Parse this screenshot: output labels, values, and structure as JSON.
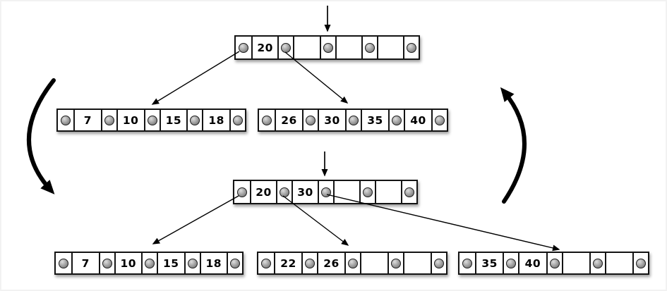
{
  "diagram_type": "btree-insert-split",
  "colors": {
    "line": "#000000",
    "node_fill": "#ffffff",
    "node_border": "#141414",
    "pointer_dot": "#828282",
    "background": "#ffffff"
  },
  "icons": {
    "pointer_dot": "record-pointer-circle",
    "insert_arrow": "down-arrow",
    "cycle_left": "thick-curved-arrow-down",
    "cycle_right": "thick-curved-arrow-up"
  },
  "trees": {
    "before": {
      "root": {
        "keys": [
          "20",
          "",
          "",
          ""
        ]
      },
      "leaves": [
        {
          "keys": [
            "7",
            "10",
            "15",
            "18"
          ]
        },
        {
          "keys": [
            "26",
            "30",
            "35",
            "40"
          ]
        }
      ]
    },
    "after": {
      "root": {
        "keys": [
          "20",
          "30",
          "",
          ""
        ]
      },
      "leaves": [
        {
          "keys": [
            "7",
            "10",
            "15",
            "18"
          ]
        },
        {
          "keys": [
            "22",
            "26",
            "",
            ""
          ]
        },
        {
          "keys": [
            "35",
            "40",
            "",
            ""
          ]
        }
      ]
    }
  }
}
